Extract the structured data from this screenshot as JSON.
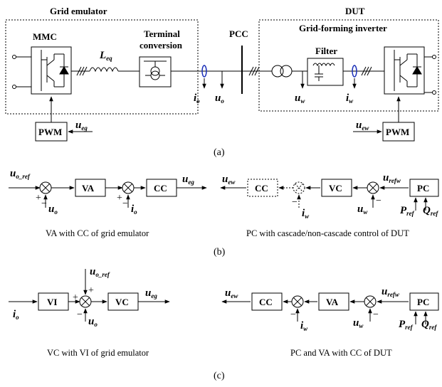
{
  "panel_a": {
    "grid_emulator_title": "Grid emulator",
    "dut_title": "DUT",
    "mmc": "MMC",
    "l_eq_main": "L",
    "l_eq_sub": "eq",
    "terminal_line1": "Terminal",
    "terminal_line2": "conversion",
    "pcc": "PCC",
    "gfi_title": "Grid-forming inverter",
    "filter": "Filter",
    "pwm_left": "PWM",
    "pwm_right": "PWM",
    "u_eg_main": "u",
    "u_eg_sub": "eg",
    "u_ew_main": "u",
    "u_ew_sub": "ew",
    "i_o_main": "i",
    "i_o_sub": "o",
    "u_o_main": "u",
    "u_o_sub": "o",
    "u_w_main": "u",
    "u_w_sub": "w",
    "i_w_main": "i",
    "i_w_sub": "w",
    "caption": "(a)"
  },
  "panel_b": {
    "left": {
      "uoref_main": "u",
      "uoref_sub": "o_ref",
      "va": "VA",
      "cc": "CC",
      "ueg_main": "u",
      "ueg_sub": "eg",
      "uo_main": "u",
      "uo_sub": "o",
      "io_main": "i",
      "io_sub": "o",
      "plus1": "+",
      "minus1": "−",
      "plus2": "+",
      "minus2": "−",
      "caption": "VA with CC of grid emulator"
    },
    "right": {
      "uew_main": "u",
      "uew_sub": "ew",
      "cc": "CC",
      "vc": "VC",
      "pc": "PC",
      "urefw_main": "u",
      "urefw_sub": "refw",
      "uw_main": "u",
      "uw_sub": "w",
      "iw_main": "i",
      "iw_sub": "w",
      "pref_main": "P",
      "pref_sub": "ref",
      "qref_main": "Q",
      "qref_sub": "ref",
      "minus1": "−",
      "minus2": "−",
      "caption": "PC with cascade/non-cascade control of DUT"
    },
    "caption": "(b)"
  },
  "panel_c": {
    "left": {
      "io_main": "i",
      "io_sub": "o",
      "vi": "VI",
      "vc": "VC",
      "uoref_main": "u",
      "uoref_sub": "o_ref",
      "uo_main": "u",
      "uo_sub": "o",
      "ueg_main": "u",
      "ueg_sub": "eg",
      "plus_top": "+",
      "plus_left": "+",
      "minus": "−",
      "caption": "VC with VI of grid emulator"
    },
    "right": {
      "uew_main": "u",
      "uew_sub": "ew",
      "cc": "CC",
      "va": "VA",
      "pc": "PC",
      "urefw_main": "u",
      "urefw_sub": "refw",
      "uw_main": "u",
      "uw_sub": "w",
      "iw_main": "i",
      "iw_sub": "w",
      "pref_main": "P",
      "pref_sub": "ref",
      "qref_main": "Q",
      "qref_sub": "ref",
      "minus1": "−",
      "minus2": "−",
      "caption": "PC and VA with CC of DUT"
    },
    "caption": "(c)"
  }
}
